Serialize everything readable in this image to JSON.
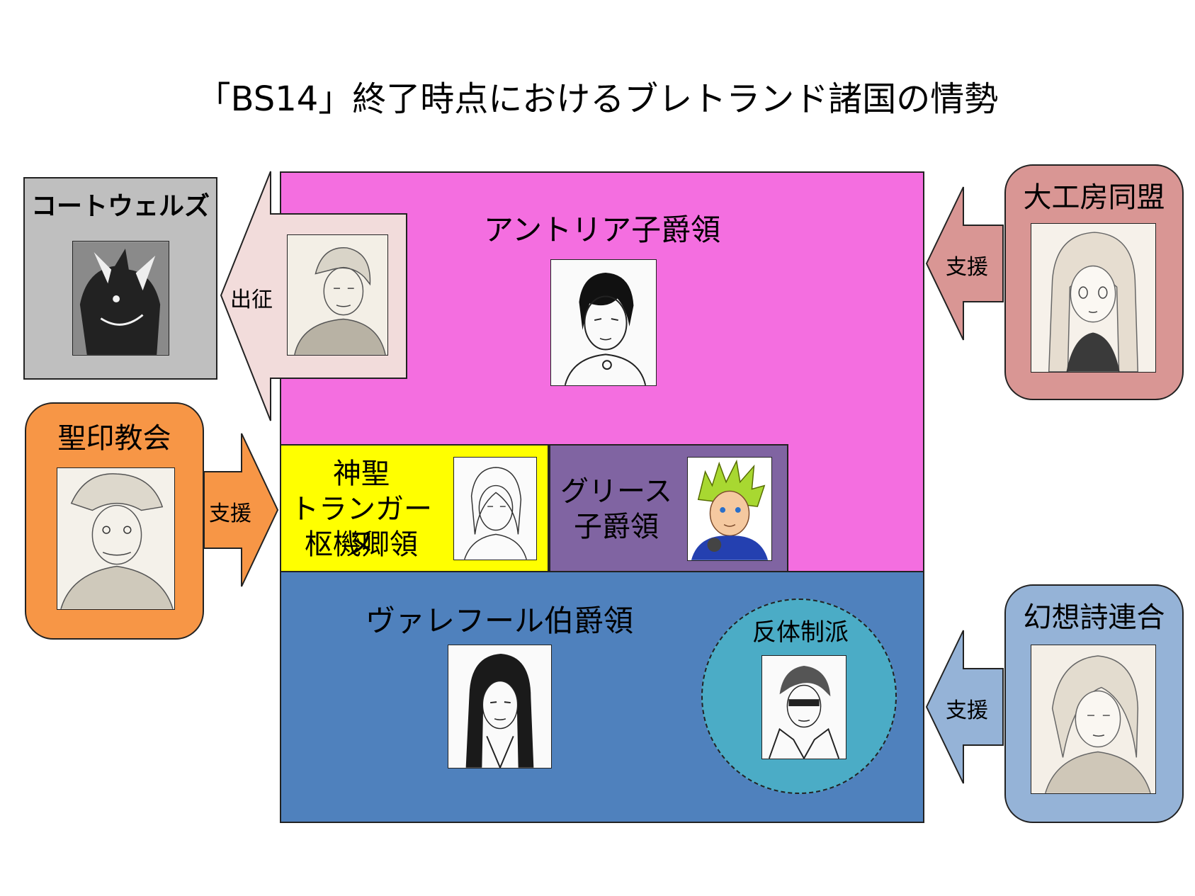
{
  "title": "「BS14」終了時点におけるブレトランド諸国の情勢",
  "regions": {
    "antoria": "アントリア子爵領",
    "trangane_l1": "神聖",
    "trangane_l2": "トランガーヌ",
    "trangane_l3": "枢機卿領",
    "grease_l1": "グリース",
    "grease_l2": "子爵領",
    "valfur": "ヴァレフール伯爵領",
    "rebel": "反体制派"
  },
  "external": {
    "cortwells": "コートウェルズ",
    "church": "聖印教会",
    "guild": "大工房同盟",
    "fantasy": "幻想詩連合"
  },
  "arrows": {
    "expedition": "出征",
    "support_church": "支援",
    "support_guild": "支援",
    "support_fantasy": "支援"
  },
  "colors": {
    "antoria": "#f46ee0",
    "trangane": "#ffff00",
    "grease": "#8064a2",
    "valfur": "#4f81bd",
    "rebel": "#4bacc6",
    "cortwells": "#bfbfbf",
    "church": "#f79646",
    "guild": "#d99694",
    "fantasy": "#95b3d7",
    "expedition_arrow": "#f2dcdb"
  }
}
